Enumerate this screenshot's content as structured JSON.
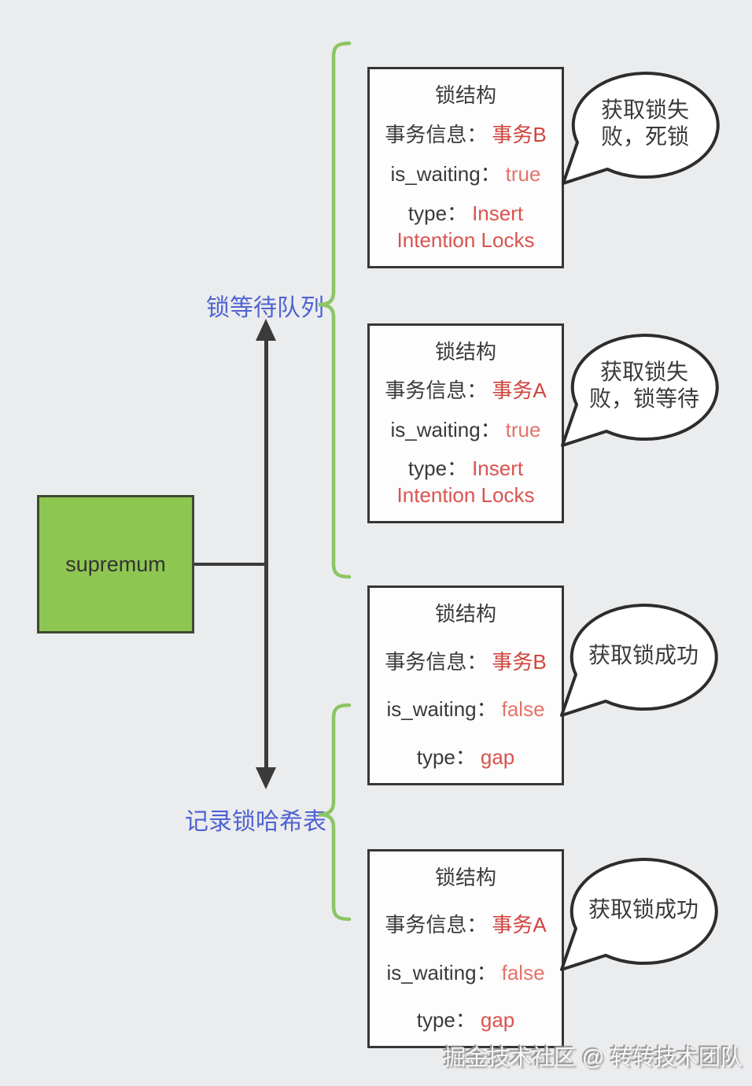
{
  "diagram": {
    "node": {
      "label": "supremum"
    },
    "branch_labels": {
      "top": "锁等待队列",
      "bottom": "记录锁哈希表"
    },
    "boxes": [
      {
        "title": "锁结构",
        "fields": [
          {
            "label": "事务信息：",
            "value": "事务B"
          },
          {
            "label": "is_waiting：",
            "value": "true"
          },
          {
            "label": "type：",
            "value": "Insert Intention Locks"
          }
        ],
        "bubble_lines": [
          "获取锁失",
          "败，死锁"
        ]
      },
      {
        "title": "锁结构",
        "fields": [
          {
            "label": "事务信息：",
            "value": "事务A"
          },
          {
            "label": "is_waiting：",
            "value": "true"
          },
          {
            "label": "type：",
            "value": "Insert Intention Locks"
          }
        ],
        "bubble_lines": [
          "获取锁失",
          "败，锁等待"
        ]
      },
      {
        "title": "锁结构",
        "fields": [
          {
            "label": "事务信息：",
            "value": "事务B"
          },
          {
            "label": "is_waiting：",
            "value": "false"
          },
          {
            "label": "type：",
            "value": "gap"
          }
        ],
        "bubble_lines": [
          "获取锁成功"
        ]
      },
      {
        "title": "锁结构",
        "fields": [
          {
            "label": "事务信息：",
            "value": "事务A"
          },
          {
            "label": "is_waiting：",
            "value": "false"
          },
          {
            "label": "type：",
            "value": "gap"
          }
        ],
        "bubble_lines": [
          "获取锁成功"
        ]
      }
    ],
    "watermark": "掘金技术社区 @ 转转技术团队",
    "colors": {
      "background": "#ebecee",
      "node_fill": "#8ec652",
      "accent_red": "#d9534f",
      "accent_red_strong": "#d0453f",
      "accent_red_light": "#e4736c",
      "accent_blue": "#4f63d2",
      "brace_green": "#8bc564",
      "line_dark": "#3b3b3b"
    }
  }
}
